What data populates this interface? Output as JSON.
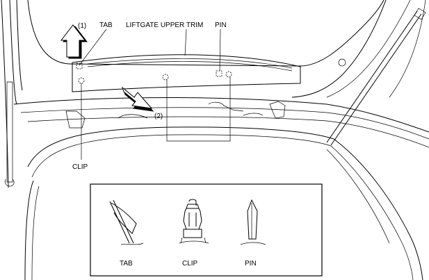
{
  "labels": {
    "step1": "(1)",
    "step2": "(2)",
    "tab": "TAB",
    "trim": "LIFTGATE UPPER TRIM",
    "pin": "PIN",
    "clip": "CLIP"
  },
  "legend": {
    "tab": "TAB",
    "clip": "CLIP",
    "pin": "PIN"
  },
  "colors": {
    "line": "#000000",
    "background": "#ffffff"
  }
}
